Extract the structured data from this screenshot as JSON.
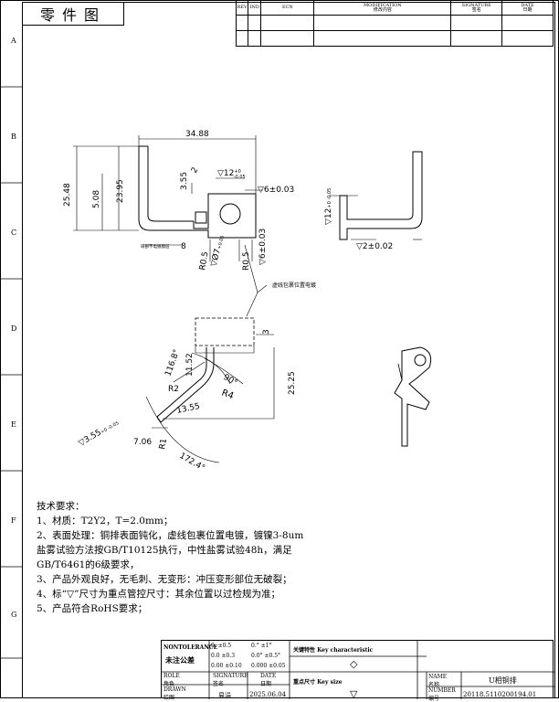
{
  "header": {
    "title": "零件图",
    "rev_table": {
      "col_rev": "REV",
      "col_ind": "IND",
      "col_ecn": "ECN",
      "col_mod": "MODIFICATION",
      "col_mod_cn": "修改内容",
      "col_sig": "SIGNATURE",
      "col_sig_cn": "签名",
      "col_date": "DATE",
      "col_date_cn": "日期"
    }
  },
  "zones": [
    "A",
    "B",
    "C",
    "D",
    "E",
    "F",
    "G"
  ],
  "dims": {
    "d1": "34.88",
    "d2": "25.48",
    "d3": "23.95",
    "d4": "5.08",
    "d5": "3.55",
    "d6": "2",
    "d7": "12",
    "d7_tol": "+0\n-0.05",
    "d8": "6±0.03",
    "d9": "R0.5",
    "d10": "R0.5",
    "d11": "7",
    "d11_tol": "+0.05\n0",
    "d12": "6±0.03",
    "d13": "8",
    "d14": "12",
    "d15": "2±0.02",
    "d16": "3",
    "d17": "25.25",
    "d18": "11.52",
    "d19": "116.8°",
    "d20": "R2",
    "d21": "90°",
    "d22": "R4",
    "d23": "13.55",
    "d24": "3.55",
    "d24_tol": "+0\n-0.05",
    "d25": "7.06",
    "d26": "R1",
    "d27": "172.4°"
  },
  "labels": {
    "plating_note": "虚线包裹位置电镀",
    "side_note": "局部不电镀膜层"
  },
  "notes": [
    "技术要求：",
    "1、材质：T2Y2，T=2.0mm；",
    "2、表面处理：铜排表面钝化，虚线包裹位置电镀，镀镍3-8um",
    "盐雾试验方法按GB/T10125执行，中性盐雾试验48h，满足",
    "GB/T6461的6级要求，",
    "3、产品外观良好，无毛刺、无变形：冲压变形部位无破裂；",
    "4、标“▽”尺寸为重点管控尺寸：其余位置以过检规为准；",
    "5、产品符合RoHS要求；"
  ],
  "titleblock": {
    "tolerance_en": "NONTOLERANCE",
    "tolerance_cn": "未注公差",
    "tol_r1a": "0.  ±0.5",
    "tol_r1b": "0.°  ±1°",
    "tol_r2a": "0.0  ±0.3",
    "tol_r2b": "0.0°  ±0.5°",
    "tol_r3a": "0.00 ±0.10",
    "tol_r3b": "0.000 ±0.05",
    "key_char": "关键特性 Key characteristic",
    "key_symbol": "◇",
    "key_size": "重点尺寸 Key size",
    "key_size_symbol": "▽",
    "role_en": "ROLE",
    "role_cn": "角色",
    "sig_en": "SIGNATURE",
    "sig_cn": "签名",
    "date_en": "DATE",
    "date_cn": "日期",
    "drawn_en": "DRAWN",
    "drawn_cn": "绘图",
    "drawn_name": "易涓",
    "drawn_date": "2025.06.04",
    "name_en": "NAME",
    "name_cn": "名称",
    "part_name": "U相铜排",
    "number_en": "NUMBER",
    "number_cn": "编号",
    "part_number": "20118.5110200194.01"
  }
}
